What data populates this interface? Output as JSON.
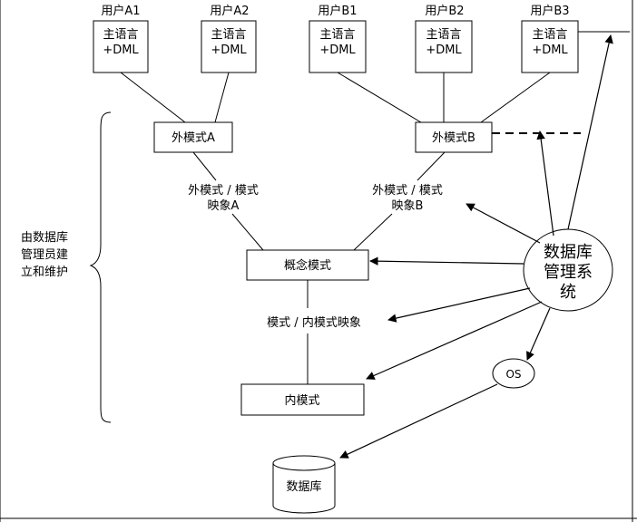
{
  "users": [
    {
      "name": "用户A1",
      "line1": "主语言",
      "line2": "+DML"
    },
    {
      "name": "用户A2",
      "line1": "主语言",
      "line2": "+DML"
    },
    {
      "name": "用户B1",
      "line1": "主语言",
      "line2": "+DML"
    },
    {
      "name": "用户B2",
      "line1": "主语言",
      "line2": "+DML"
    },
    {
      "name": "用户B3",
      "line1": "主语言",
      "line2": "+DML"
    }
  ],
  "external_schema_a": "外模式A",
  "external_schema_b": "外模式B",
  "mapping_a": {
    "line1": "外模式 / 模式",
    "line2": "映象A"
  },
  "mapping_b": {
    "line1": "外模式 / 模式",
    "line2": "映象B"
  },
  "conceptual_schema": "概念模式",
  "internal_mapping": "模式 / 内模式映象",
  "internal_schema": "内模式",
  "dbms": {
    "line1": "数据库",
    "line2": "管理系",
    "line3": "统"
  },
  "os": "OS",
  "database": "数据库",
  "admin_note": {
    "line1": "由数据库",
    "line2": "管理员建",
    "line3": "立和维护"
  }
}
